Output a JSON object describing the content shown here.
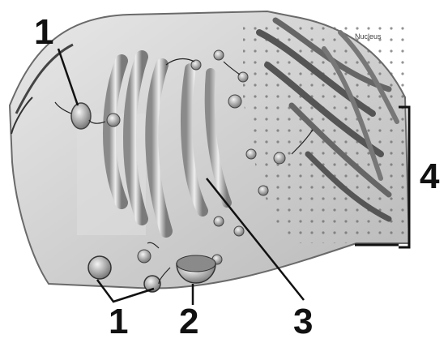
{
  "labels": {
    "label_1_top": "1",
    "label_1_bottom": "1",
    "label_2": "2",
    "label_3": "3",
    "label_4": "4",
    "nucleus": "Nucleus"
  },
  "colors": {
    "background": "#ffffff",
    "membrane": "#cfcfcf",
    "membrane_dark": "#555555",
    "line": "#111111",
    "cisterna": "#d9d9d9"
  }
}
